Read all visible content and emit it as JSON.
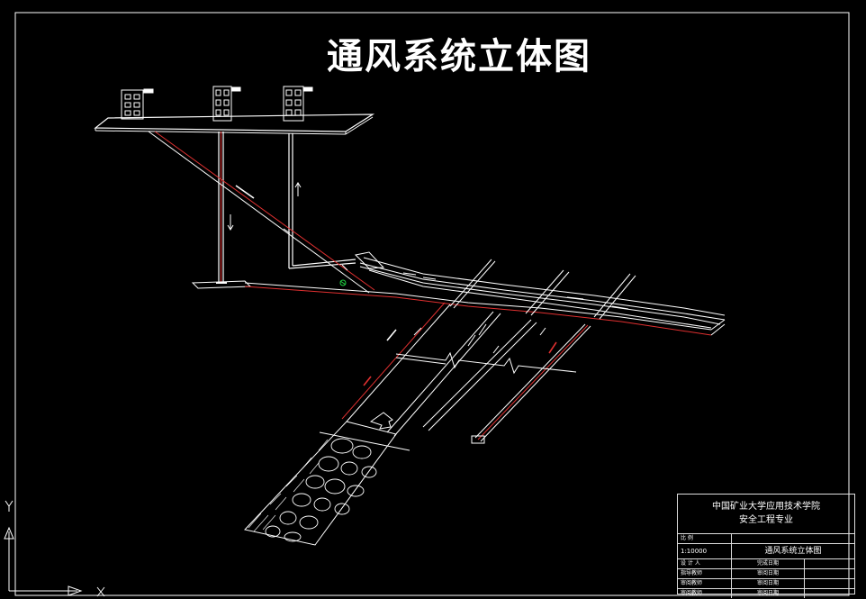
{
  "drawing": {
    "title": "通风系统立体图",
    "colors": {
      "background": "#000000",
      "line": "#ffffff",
      "airway_red": "#e03030",
      "accent_green": "#20d040"
    }
  },
  "title_block": {
    "institution": "中国矿业大学应用技术学院",
    "major": "安全工程专业",
    "scale_label": "比 例",
    "scale": "1:10000",
    "drawing_name": "通风系统立体图",
    "rows": [
      {
        "left": "设 计 人",
        "mid": "完成日期"
      },
      {
        "left": "指导教师",
        "mid": "审阅日期"
      },
      {
        "left": "审阅教师",
        "mid": "审阅日期"
      },
      {
        "left": "审阅教师",
        "mid": "审阅日期"
      }
    ]
  }
}
